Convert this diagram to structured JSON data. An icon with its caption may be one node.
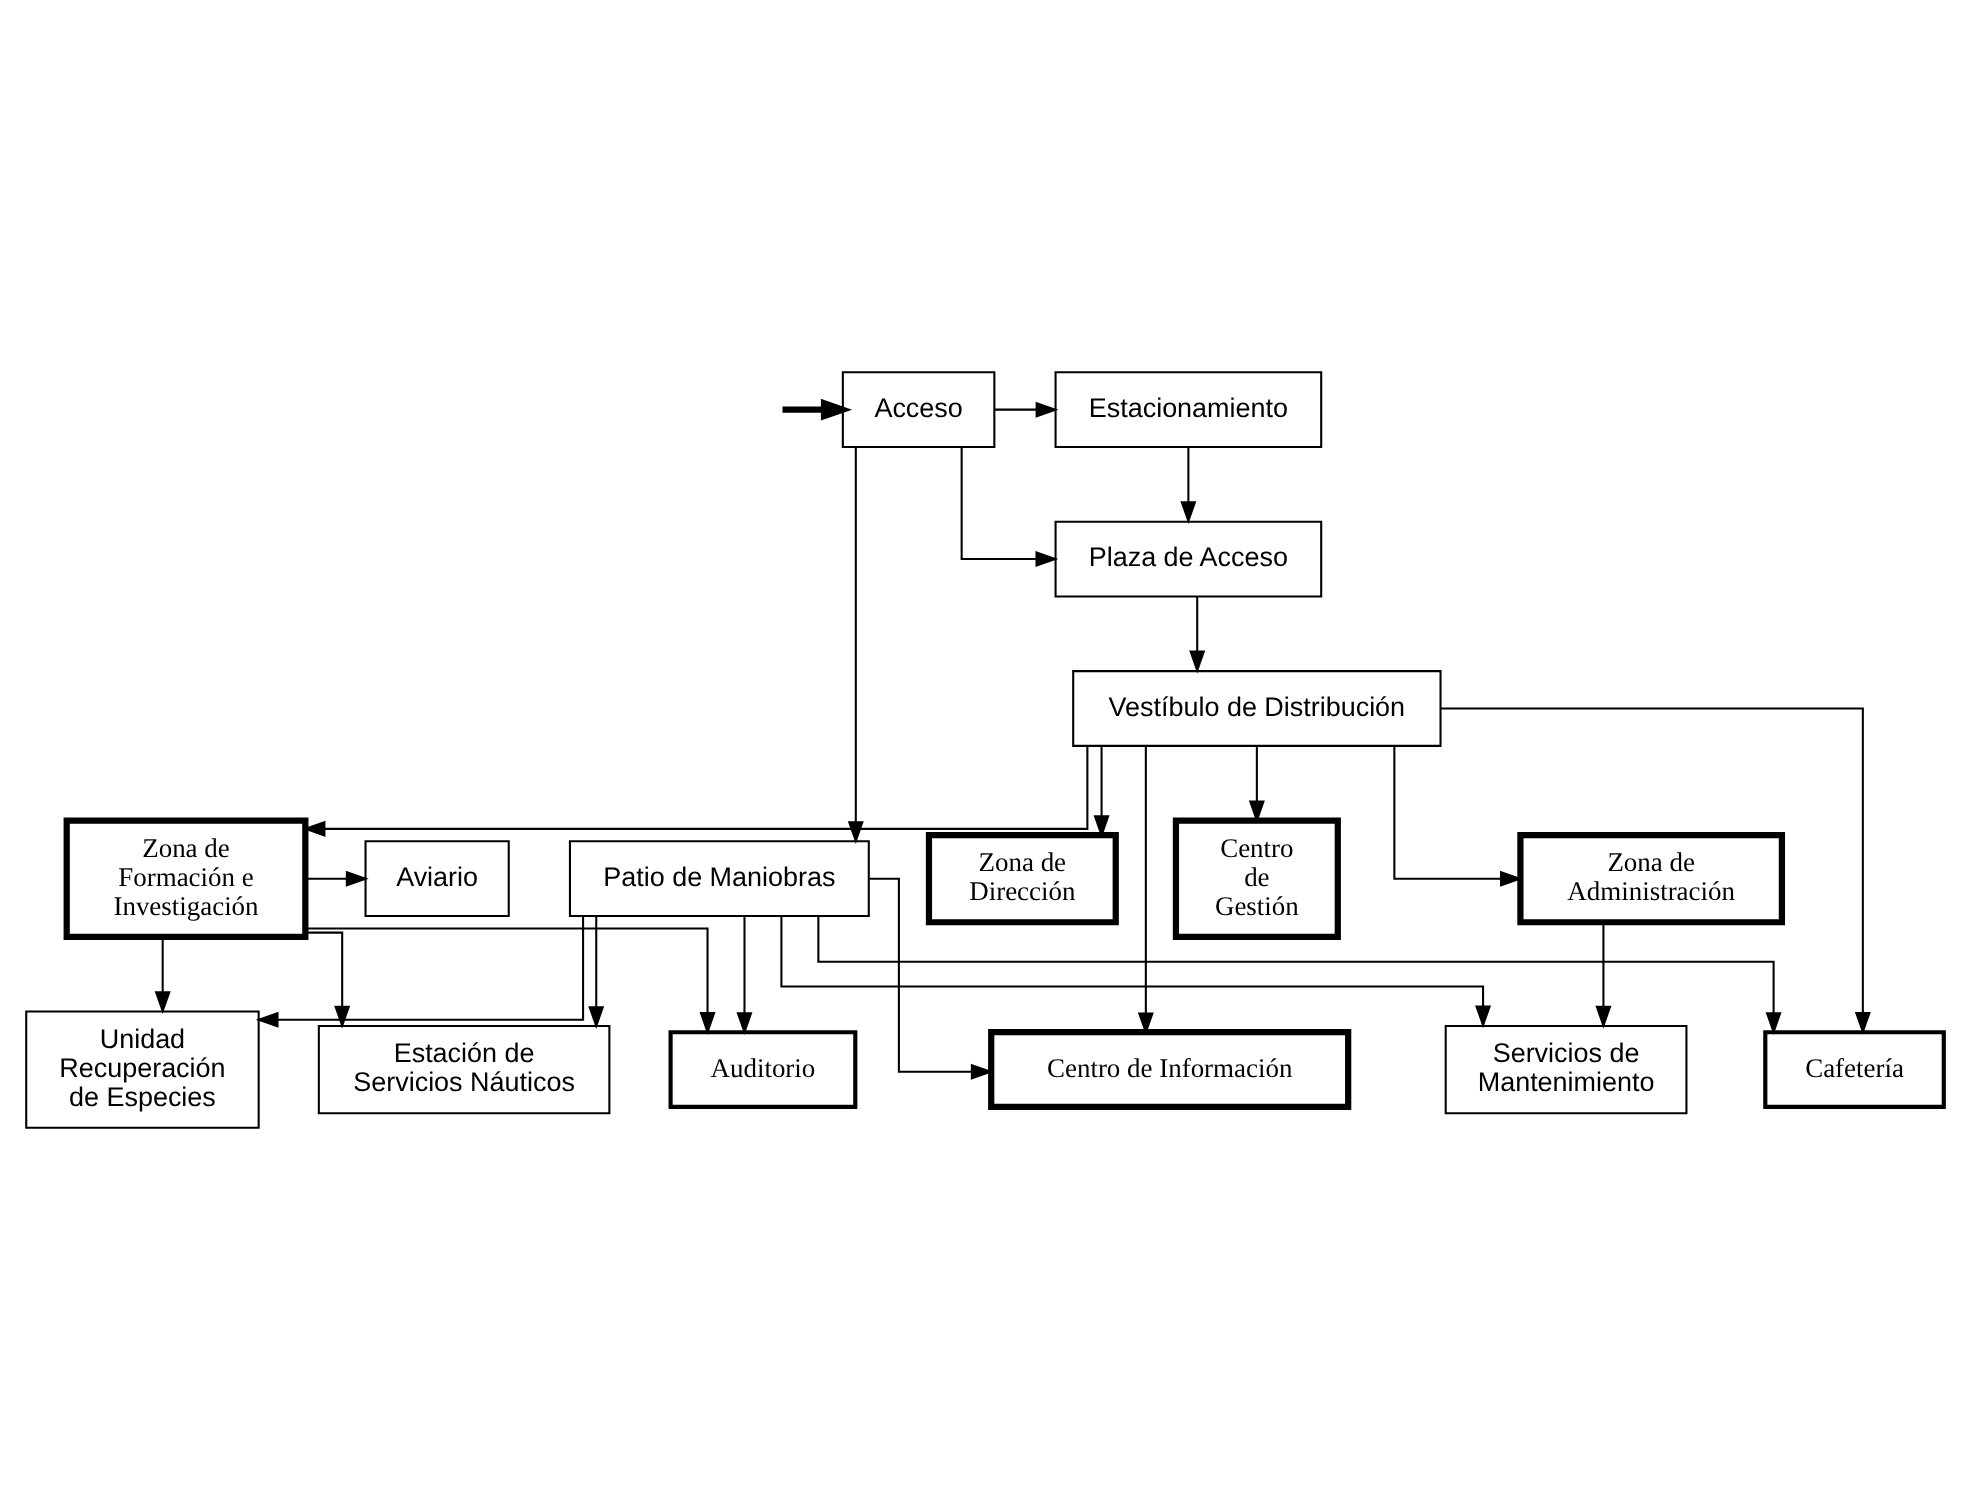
{
  "diagram": {
    "nodes": [
      {
        "text": [
          "Acceso"
        ]
      },
      {
        "text": [
          "Estacionamiento"
        ]
      },
      {
        "text": [
          "Plaza de Acceso"
        ]
      },
      {
        "text": [
          "Centro de Información"
        ]
      },
      {
        "text": [
          "Vestíbulo de Distribución"
        ]
      },
      {
        "text": [
          "Cafetería"
        ]
      },
      {
        "text": [
          "Zona de Dirección"
        ]
      },
      {
        "text": [
          "Zona de Administración"
        ]
      },
      {
        "text": [
          "Centro de Gestión"
        ]
      },
      {
        "text": [
          "Zona de Formación e Investigación"
        ]
      },
      {
        "text": [
          "Aviario"
        ]
      },
      {
        "text": [
          "Auditorio"
        ]
      },
      {
        "text": [
          "Unidad Recuperación de Especies"
        ]
      },
      {
        "text": [
          "Servicios de Mantenimiento"
        ]
      },
      {
        "text": [
          "Estación de Servicios Náuticos"
        ]
      },
      {
        "text": [
          "Patio de Maniobras"
        ]
      }
    ],
    "edges": [
      {
        "from": null,
        "to": 0,
        "arrow": "to",
        "style": "thick"
      },
      {
        "from": 0,
        "to": 1,
        "arrow": "to"
      },
      {
        "from": 0,
        "to": 2,
        "arrow": "to"
      },
      {
        "from": 1,
        "to": 2,
        "arrow": "to"
      },
      {
        "from": 2,
        "to": 4,
        "arrow": "to"
      },
      {
        "from": 4,
        "to": 3,
        "arrow": "to"
      },
      {
        "from": 4,
        "to": 5,
        "arrow": "to"
      },
      {
        "from": 4,
        "to": 6,
        "arrow": "to"
      },
      {
        "from": 4,
        "to": 7,
        "arrow": "to"
      },
      {
        "from": 4,
        "to": 8,
        "arrow": "to"
      },
      {
        "from": 4,
        "to": 9,
        "arrow": "to"
      },
      {
        "from": 9,
        "to": 10,
        "arrow": "to"
      },
      {
        "from": 9,
        "to": 11,
        "arrow": "to"
      },
      {
        "from": 9,
        "to": 14,
        "arrow": "to"
      },
      {
        "from": 9,
        "to": 12,
        "arrow": "to"
      },
      {
        "from": 7,
        "to": 13,
        "arrow": "to"
      },
      {
        "from": 0,
        "to": 15,
        "arrow": "to"
      },
      {
        "from": 15,
        "to": 13,
        "arrow": "to"
      },
      {
        "from": 15,
        "to": 11,
        "arrow": "to"
      },
      {
        "from": 15,
        "to": 14,
        "arrow": "to"
      },
      {
        "from": 15,
        "to": 12,
        "arrow": "to"
      },
      {
        "from": 15,
        "to": 3,
        "arrow": "to"
      },
      {
        "from": 15,
        "to": 5,
        "arrow": "to"
      }
    ]
  }
}
